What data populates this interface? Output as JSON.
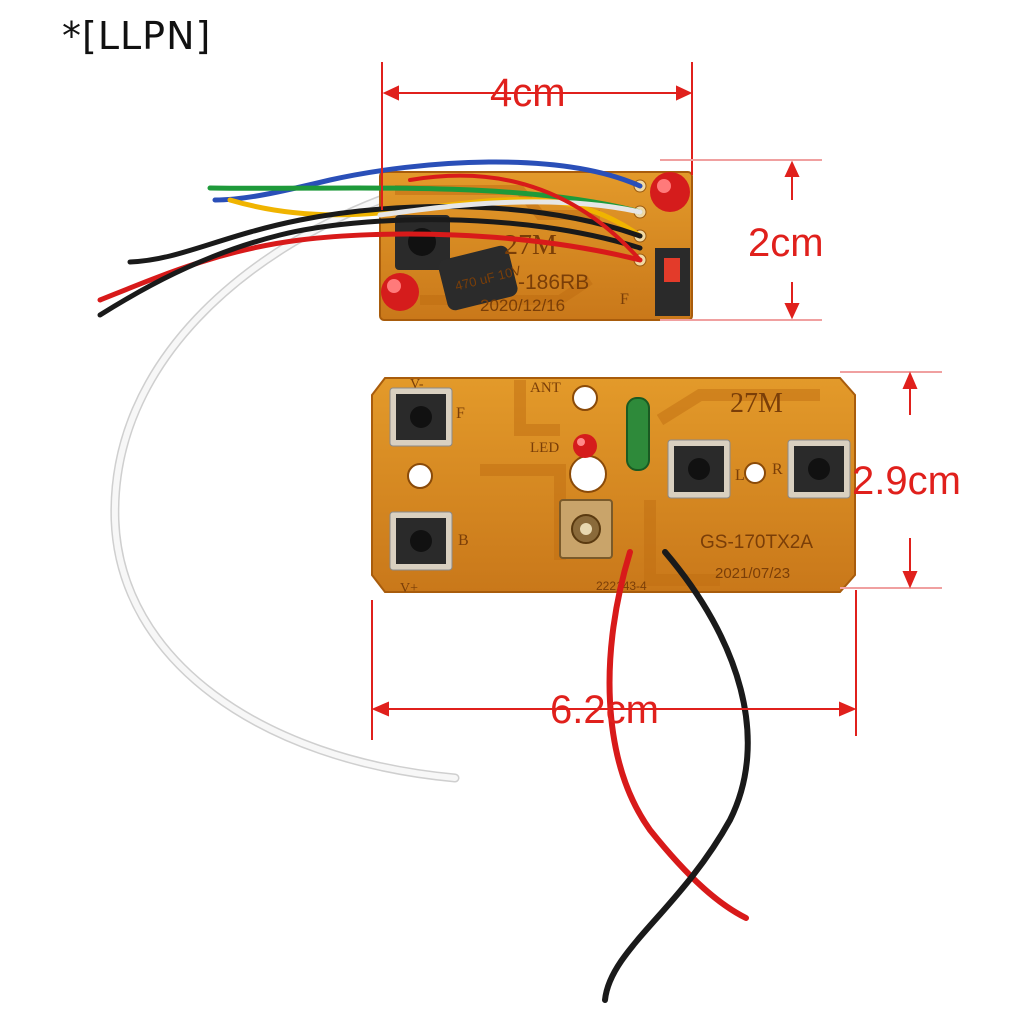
{
  "brand": "*[LLPN]",
  "dimensions": {
    "receiver_width": "4cm",
    "receiver_height": "2cm",
    "transmitter_height": "2.9cm",
    "transmitter_width": "6.2cm"
  },
  "receiver_board": {
    "freq": "27M",
    "model": "-186RB",
    "date": "2020/12/16",
    "pad_label": "F",
    "capacitor": "470 uF 10V"
  },
  "transmitter_board": {
    "freq": "27M",
    "model": "GS-170TX2A",
    "date": "2021/07/23",
    "serial": "222143-4",
    "ant": "ANT",
    "led": "LED",
    "vminus": "V-",
    "vplus": "V+",
    "btn_f": "F",
    "btn_b": "B",
    "btn_l": "L",
    "btn_r": "R"
  },
  "colors": {
    "dimension": "#e0201c",
    "pcb": "#d98a1c",
    "pcb_dark": "#b8660e",
    "wire_red": "#d81a1a",
    "wire_black": "#1a1a1a",
    "wire_white": "#f4f4f4",
    "wire_blue": "#2a4fb8",
    "wire_green": "#1e9a3a",
    "wire_yellow": "#f0b400"
  }
}
